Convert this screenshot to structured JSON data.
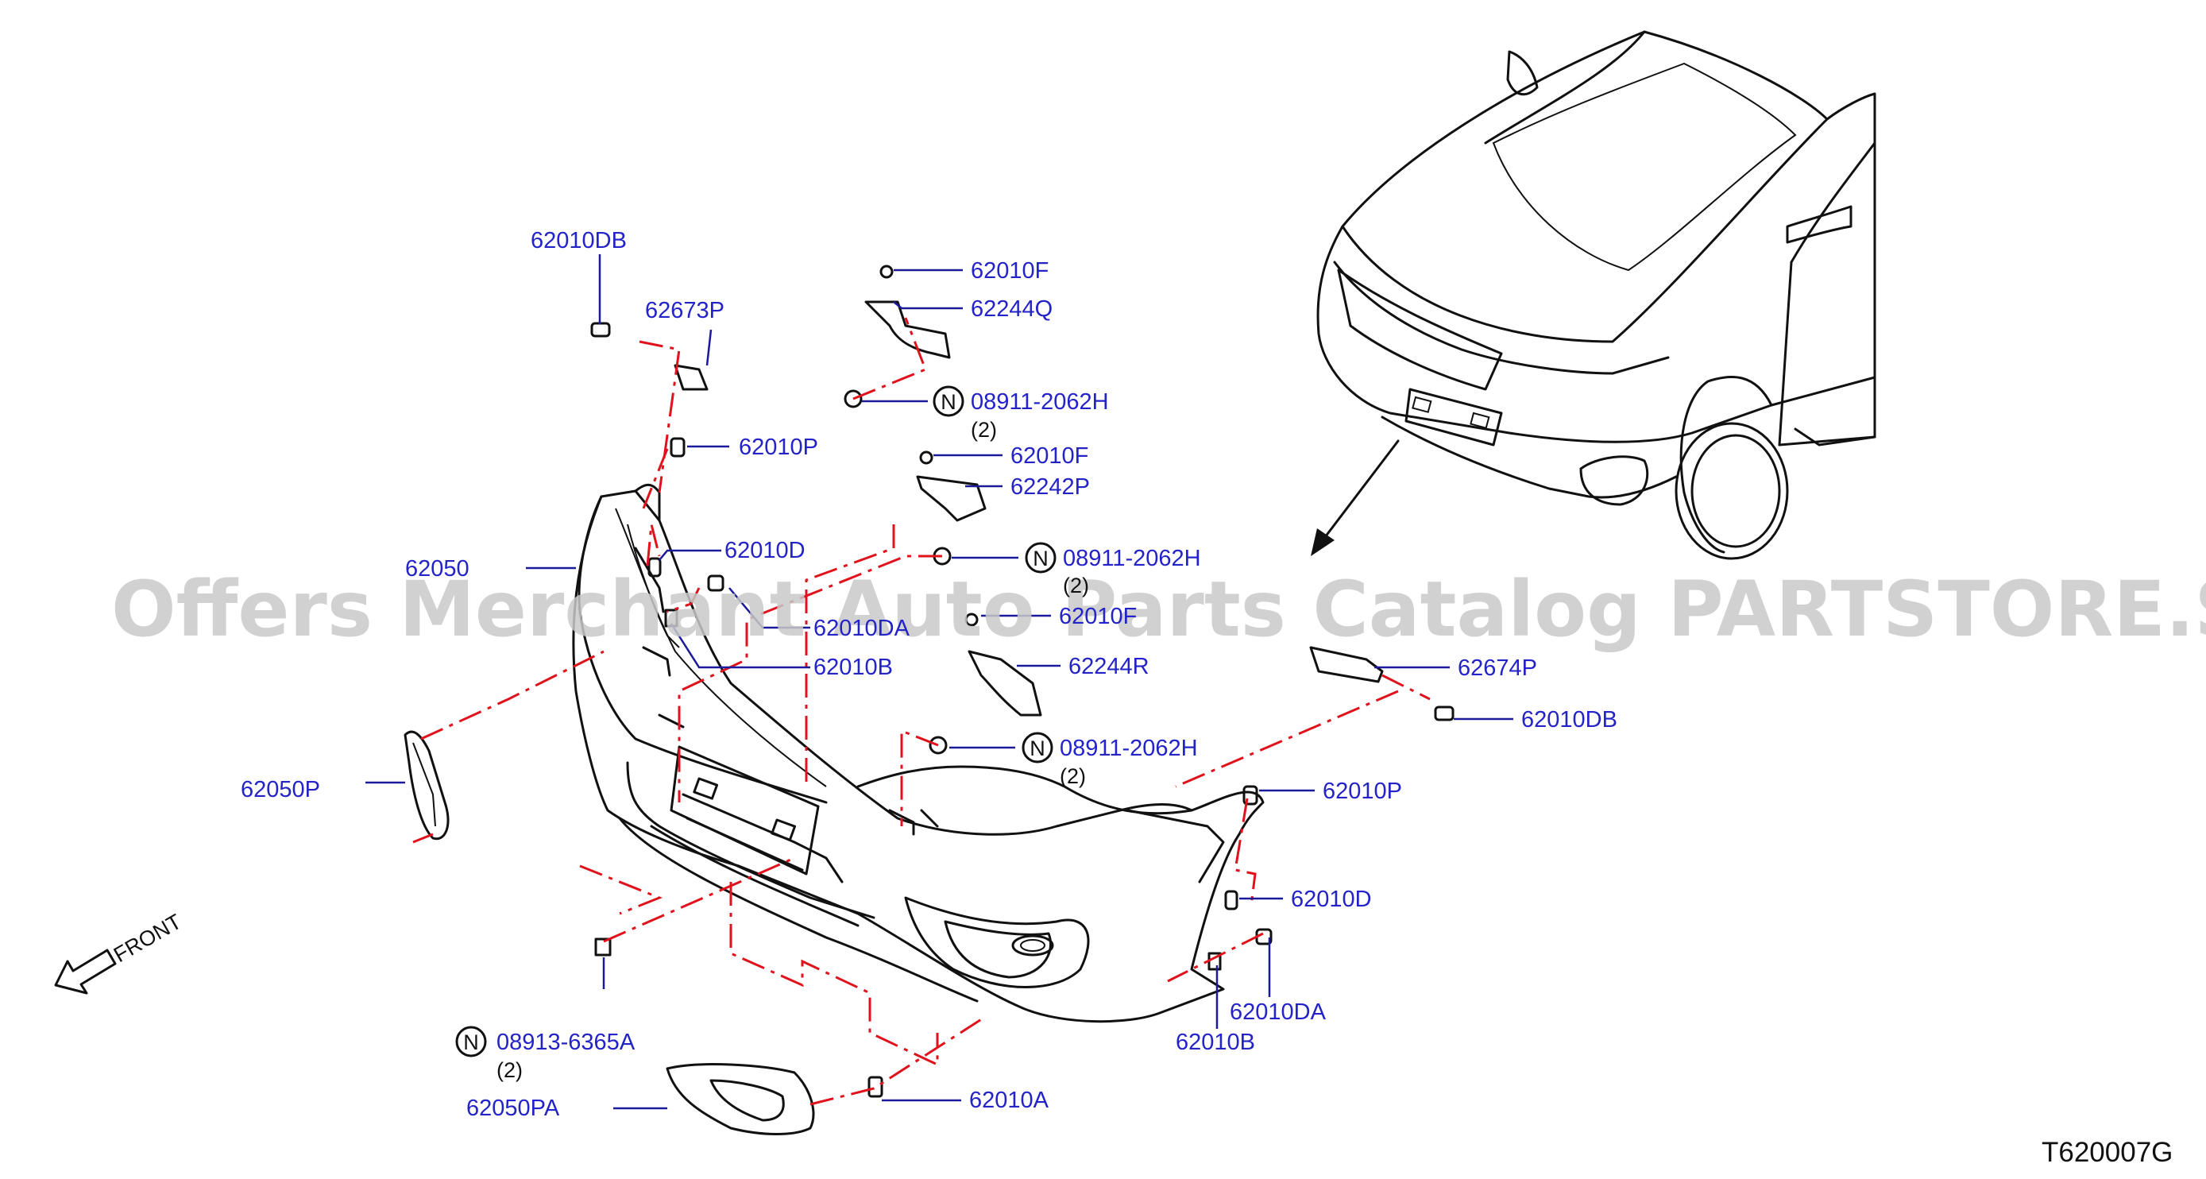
{
  "watermark": "Offers Merchant Auto Parts Catalog PARTSTORE.SA",
  "figure_code": "T620007G",
  "front_label": "FRONT",
  "callouts": {
    "c62010DB_left": "62010DB",
    "c62673P": "62673P",
    "c62010P_left": "62010P",
    "c62050": "62050",
    "c62010D_left": "62010D",
    "c62010DA_left": "62010DA",
    "c62010B_left": "62010B",
    "c62050P": "62050P",
    "c08913": "08913-6365A",
    "c62050PA": "62050PA",
    "c62010A": "62010A",
    "c62010F_top": "62010F",
    "c62244Q": "62244Q",
    "c08911_a": "08911-2062H",
    "c62010F_mid": "62010F",
    "c62242P": "62242P",
    "c08911_b": "08911-2062H",
    "c62010F_low": "62010F",
    "c62244R": "62244R",
    "c08911_c": "08911-2062H",
    "c62674P": "62674P",
    "c62010DB_right": "62010DB",
    "c62010P_right": "62010P",
    "c62010D_right": "62010D",
    "c62010DA_right": "62010DA",
    "c62010B_right": "62010B"
  },
  "quantities": {
    "q08911_a": "(2)",
    "q08911_b": "(2)",
    "q08911_c": "(2)",
    "q08913": "(2)"
  },
  "nut_symbol": "N",
  "colors": {
    "callout": "#2323c8",
    "leader": "#1a1a9a",
    "centerline": "#e0121c",
    "outline": "#111111",
    "watermark": "#c9c9c9"
  }
}
